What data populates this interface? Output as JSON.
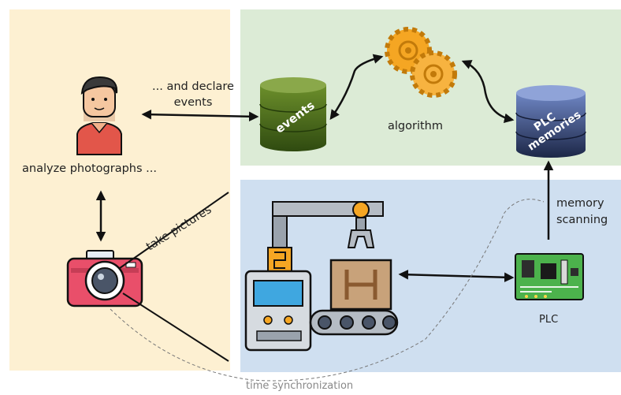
{
  "labels": {
    "declare": [
      "... and declare",
      "events"
    ],
    "analyze": "analyze photographs ...",
    "take_pictures": "take pictures",
    "algorithm": "algorithm",
    "events_db": "events",
    "plc_memories": [
      "PLC",
      "memories"
    ],
    "memory_scanning": [
      "memory",
      "scanning"
    ],
    "plc": "PLC",
    "time_sync": "time synchronization"
  },
  "colors": {
    "left_panel": "#fdf0d2",
    "top_panel": "#dcebd6",
    "bottom_panel": "#cfdff0",
    "events_db": "#4a6b1e",
    "plc_memories_db": "#2c3e6b",
    "gear": "#f5a623"
  },
  "icons": [
    "person-icon",
    "camera-icon",
    "events-database-icon",
    "gears-icon",
    "plc-memories-database-icon",
    "factory-machine-icon",
    "plc-board-icon"
  ]
}
